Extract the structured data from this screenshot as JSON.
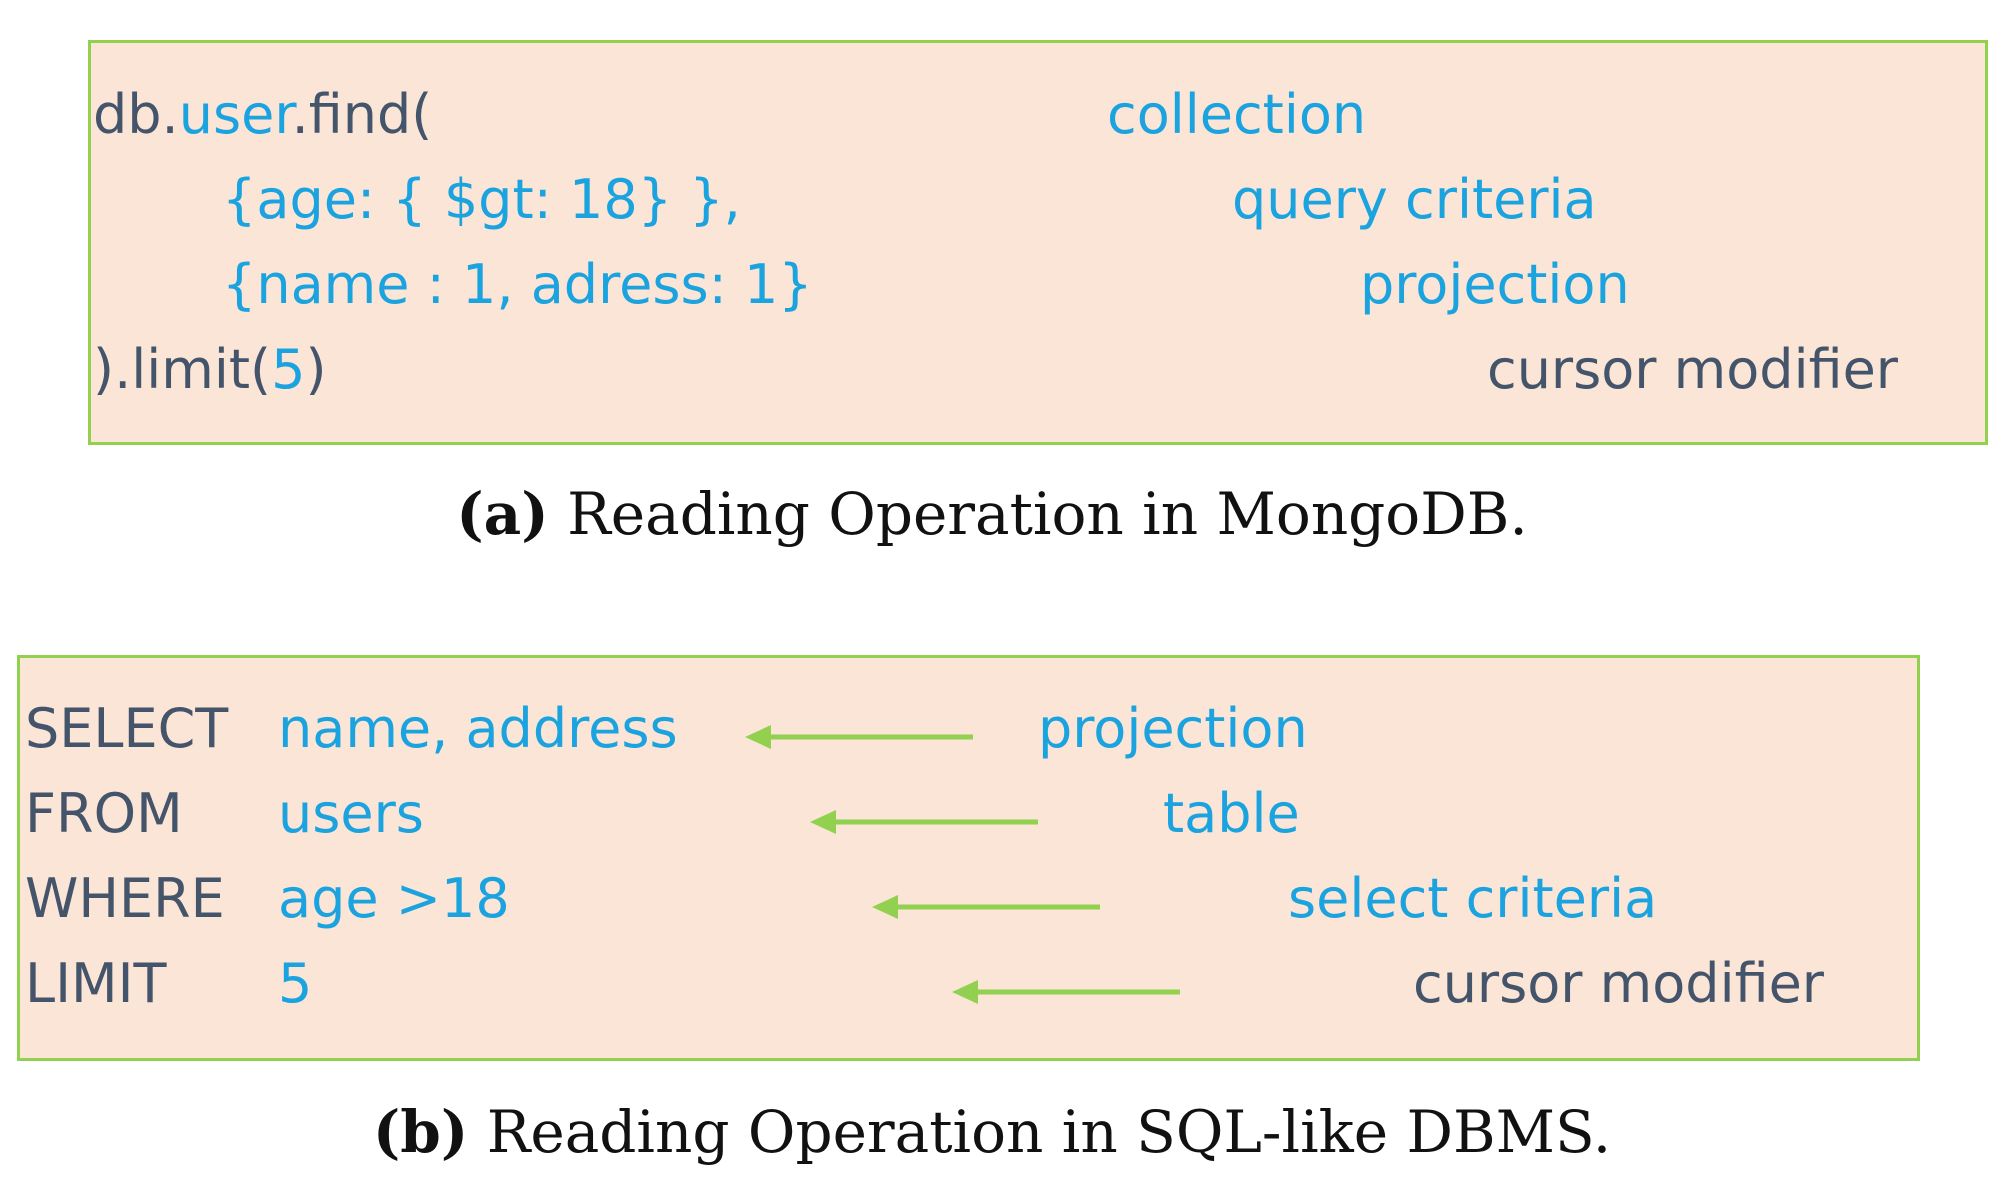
{
  "panel_a": {
    "code": {
      "line1_prefix": "db.",
      "line1_collection": "user",
      "line1_suffix": ".find(",
      "line2": "{age: { $gt: 18} },",
      "line3": "{name : 1, adress: 1}",
      "line4_prefix": ").limit(",
      "line4_value": "5",
      "line4_suffix": ")"
    },
    "annotations": {
      "collection": "collection",
      "query_criteria": "query criteria",
      "projection": "projection",
      "cursor_modifier": "cursor modifier"
    },
    "caption": {
      "label": "(a)",
      "text": " Reading Operation in MongoDB."
    }
  },
  "panel_b": {
    "rows": [
      {
        "keyword": "SELECT",
        "value": "name, address",
        "annotation": "projection"
      },
      {
        "keyword": "FROM",
        "value": "users",
        "annotation": "table"
      },
      {
        "keyword": "WHERE",
        "value": "age >18",
        "annotation": "select criteria"
      },
      {
        "keyword": "LIMIT",
        "value": "5",
        "annotation": "cursor modifier"
      }
    ],
    "caption": {
      "label": "(b)",
      "text": " Reading Operation in SQL-like DBMS."
    }
  },
  "colors": {
    "panel_fill": "#fbe5d6",
    "panel_border": "#92d050",
    "keyword_dark": "#44546a",
    "accent_blue": "#1ba3e0",
    "arrow_green": "#92d050"
  }
}
